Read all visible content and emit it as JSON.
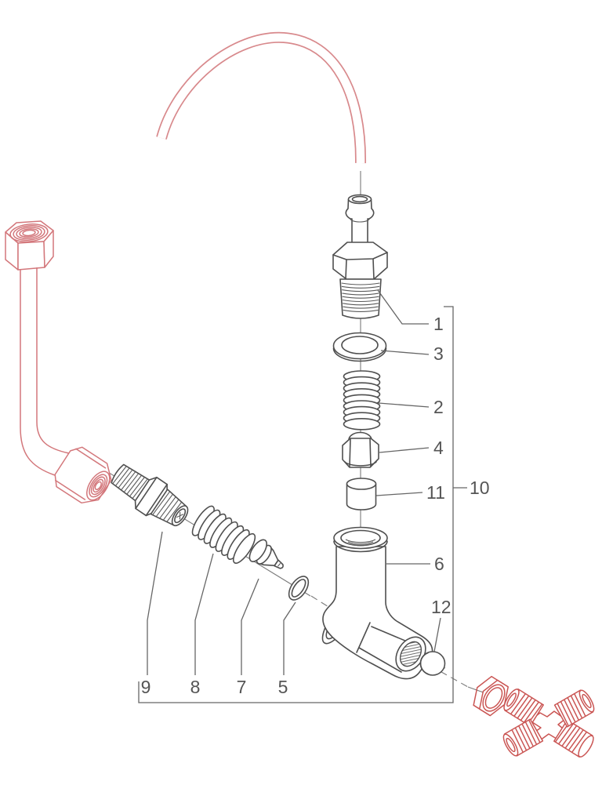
{
  "figure": {
    "kind": "exploded-parts-diagram",
    "background": "#ffffff",
    "callouts": [
      {
        "num": "1",
        "part": "hose-barb-fitting"
      },
      {
        "num": "2",
        "part": "large-spring"
      },
      {
        "num": "3",
        "part": "washer"
      },
      {
        "num": "4",
        "part": "valve-nut"
      },
      {
        "num": "5",
        "part": "o-ring"
      },
      {
        "num": "6",
        "part": "elbow-valve-body"
      },
      {
        "num": "7",
        "part": "valve-poppet"
      },
      {
        "num": "8",
        "part": "small-spring"
      },
      {
        "num": "9",
        "part": "threaded-union-fitting"
      },
      {
        "num": "10",
        "part": "valve-assembly-group"
      },
      {
        "num": "11",
        "part": "bushing-spacer"
      },
      {
        "num": "12",
        "part": "plug-cap"
      }
    ],
    "colors": {
      "outline_gray": "#4f4f4f",
      "leader_gray": "#666666",
      "label_gray": "#555555",
      "tube_red": "#d8898c",
      "fitting_red": "#d3777b",
      "cross_red": "#ca5553"
    }
  }
}
